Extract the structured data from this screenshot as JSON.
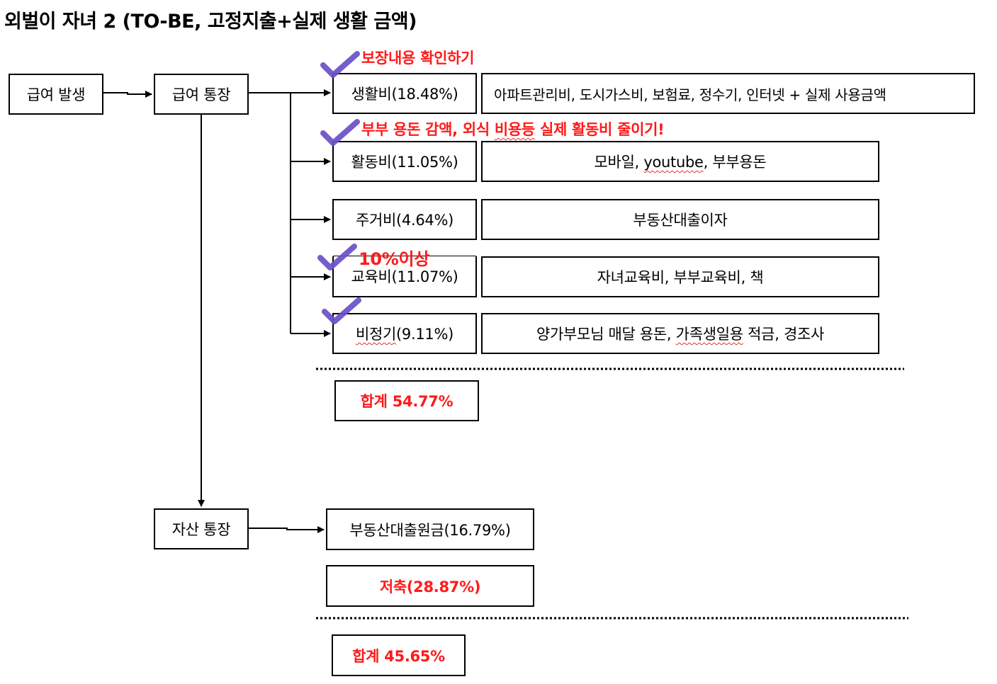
{
  "title": "외벌이 자녀 2 (TO-BE, 고정지출+실제 생활 금액)",
  "nodes": {
    "salary_event": "급여 발생",
    "salary_account": "급여 통장",
    "asset_account": "자산 통장"
  },
  "categories": [
    {
      "label": "생활비(18.48%)",
      "detail": "아파트관리비, 도시가스비, 보험료, 정수기, 인터넷 + 실제 사용금액",
      "checked": true
    },
    {
      "label": "활동비(11.05%)",
      "detail_parts": [
        "모바일, ",
        "youtube",
        ", 부부용돈"
      ],
      "checked": true
    },
    {
      "label": "주거비(4.64%)",
      "detail": "부동산대출이자",
      "checked": false
    },
    {
      "label": "교육비(11.07%)",
      "detail": "자녀교육비, 부부교육비, 책",
      "checked": true
    },
    {
      "label_parts": [
        "비정기",
        "(9.11%)"
      ],
      "detail_parts": [
        "양가부모님 매달 용돈, ",
        "가족생일용",
        " 적금, 경조사"
      ],
      "checked": true
    }
  ],
  "notes": {
    "living_cost": "보장내용 확인하기",
    "activity_cost_parts": [
      "부부 용돈 감액, 외식 ",
      "비용등",
      " 실제 활동비 줄이기!"
    ],
    "education_cost": "10%이상"
  },
  "totals": {
    "salary_total": "합계 54.77%",
    "asset_total": "합계 45.65%"
  },
  "asset_items": {
    "mortgage_principal": "부동산대출원금(16.79%)",
    "savings": "저축(28.87%)"
  },
  "colors": {
    "accent_red": "#ff1a1a",
    "check_purple": "#6a4fc8",
    "line": "#000000"
  }
}
